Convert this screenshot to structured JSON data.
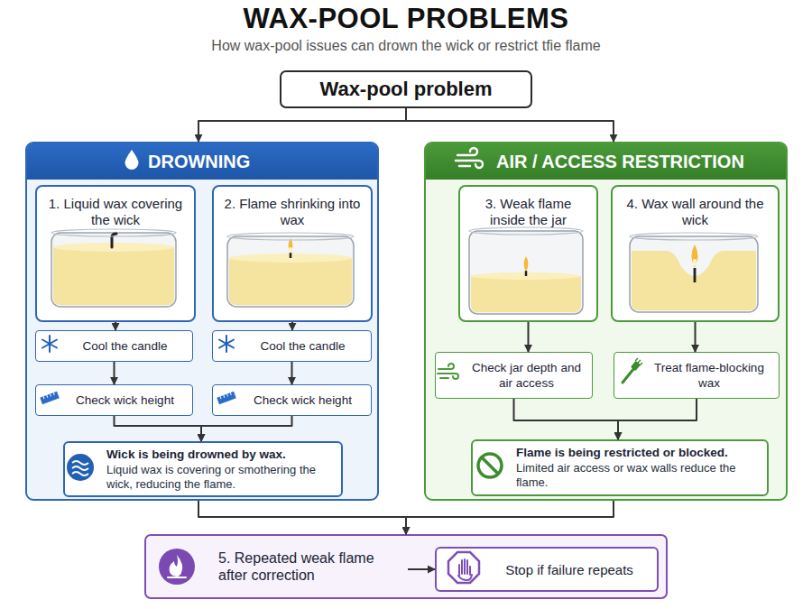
{
  "diagram": {
    "title": "WAX-POOL PROBLEMS",
    "nodes": [
      {
        "text": [
          "Wax-pool problem"
        ]
      },
      {
        "text": [
          "DROWNING"
        ]
      },
      {
        "text": [
          "1. Liquid wax covering the wick"
        ],
        "in": 1
      },
      {
        "text": [
          "2. Flame shrinking into wax"
        ],
        "in": 1
      },
      {
        "text": [
          "Cool the candle"
        ],
        "in": 1
      },
      {
        "text": [
          "Cool the candle"
        ],
        "in": 1
      },
      {
        "text": [
          "Check wick height"
        ],
        "in": 1
      },
      {
        "text": [
          "Check wick height"
        ],
        "in": 1
      },
      {
        "text": [
          "Wick is being drowned by wax.",
          "Liquid wax is covering or smothering the wick, reducing the flame."
        ],
        "in": 1
      },
      {
        "text": [
          "AIR / ACCESS RESTRICTION"
        ]
      },
      {
        "text": [
          "3. Weak flame inside the jar"
        ],
        "in": 9
      },
      {
        "text": [
          "4. Wax wall around the wick"
        ],
        "in": 9
      },
      {
        "text": [
          "Check jar depth and air access"
        ],
        "in": 9
      },
      {
        "text": [
          "Treat flame-blocking wax"
        ],
        "in": 9
      },
      {
        "text": [
          "Flame is being restricted or blocked.",
          "Limited air access or wax walls reduce the flame."
        ],
        "in": 9
      },
      {
        "text": [
          "5. Repeated weak flame after correction"
        ]
      },
      {
        "text": [
          "Stop if failure repeats"
        ],
        "in": 15
      }
    ],
    "edges": [
      {
        "from": 0,
        "to": 1,
        "arrow": "to"
      },
      {
        "from": 0,
        "to": 9,
        "arrow": "to"
      },
      {
        "from": 2,
        "to": 4,
        "arrow": "to"
      },
      {
        "from": 4,
        "to": 6,
        "arrow": "to"
      },
      {
        "from": 3,
        "to": 5,
        "arrow": "to"
      },
      {
        "from": 5,
        "to": 7,
        "arrow": "to"
      },
      {
        "from": 6,
        "to": 8,
        "arrow": "to"
      },
      {
        "from": 7,
        "to": 8,
        "arrow": "to"
      },
      {
        "from": 10,
        "to": 12,
        "arrow": "to"
      },
      {
        "from": 12,
        "to": 14,
        "arrow": "to"
      },
      {
        "from": 11,
        "to": 13,
        "arrow": "to"
      },
      {
        "from": 13,
        "to": 14,
        "arrow": "to"
      },
      {
        "from": 1,
        "to": 15,
        "arrow": "to"
      },
      {
        "from": 9,
        "to": 15,
        "arrow": "to"
      },
      {
        "from": 15,
        "to": 16,
        "arrow": "to"
      }
    ],
    "labels": [
      "How wax-pool issues can drown the wick or restrict tfie flame"
    ]
  }
}
